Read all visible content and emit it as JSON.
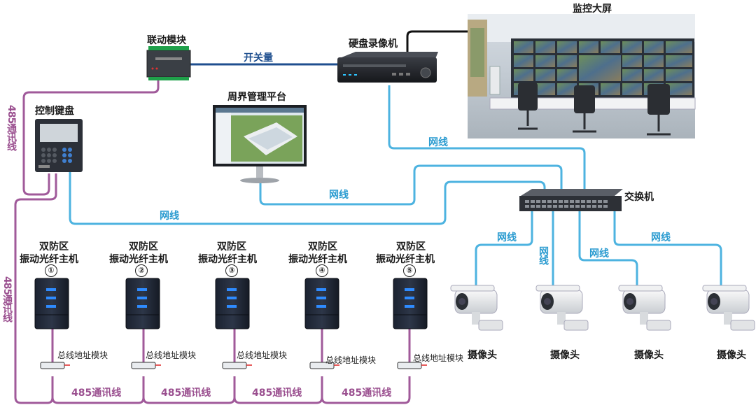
{
  "devices": {
    "linkage_module": "联动模块",
    "nvr": "硬盘录像机",
    "video_wall": "监控大屏",
    "perimeter_platform": "周界管理平台",
    "control_keyboard": "控制键盘",
    "switch": "交换机"
  },
  "links": {
    "switch_signal": "开关量",
    "network": "网线",
    "rs485": "485通讯线"
  },
  "hosts": {
    "title_line1": "双防区",
    "title_line2": "振动光纤主机",
    "numbers": [
      "①",
      "②",
      "③",
      "④",
      "⑤"
    ],
    "bus_module": "总线地址模块"
  },
  "cameras": {
    "label": "摄像头",
    "count": 4
  },
  "colors": {
    "network_line": "#4db3e0",
    "rs485_line": "#a05a9a",
    "switch_line": "#1f4f8f",
    "nvr_video_line": "#111111"
  }
}
